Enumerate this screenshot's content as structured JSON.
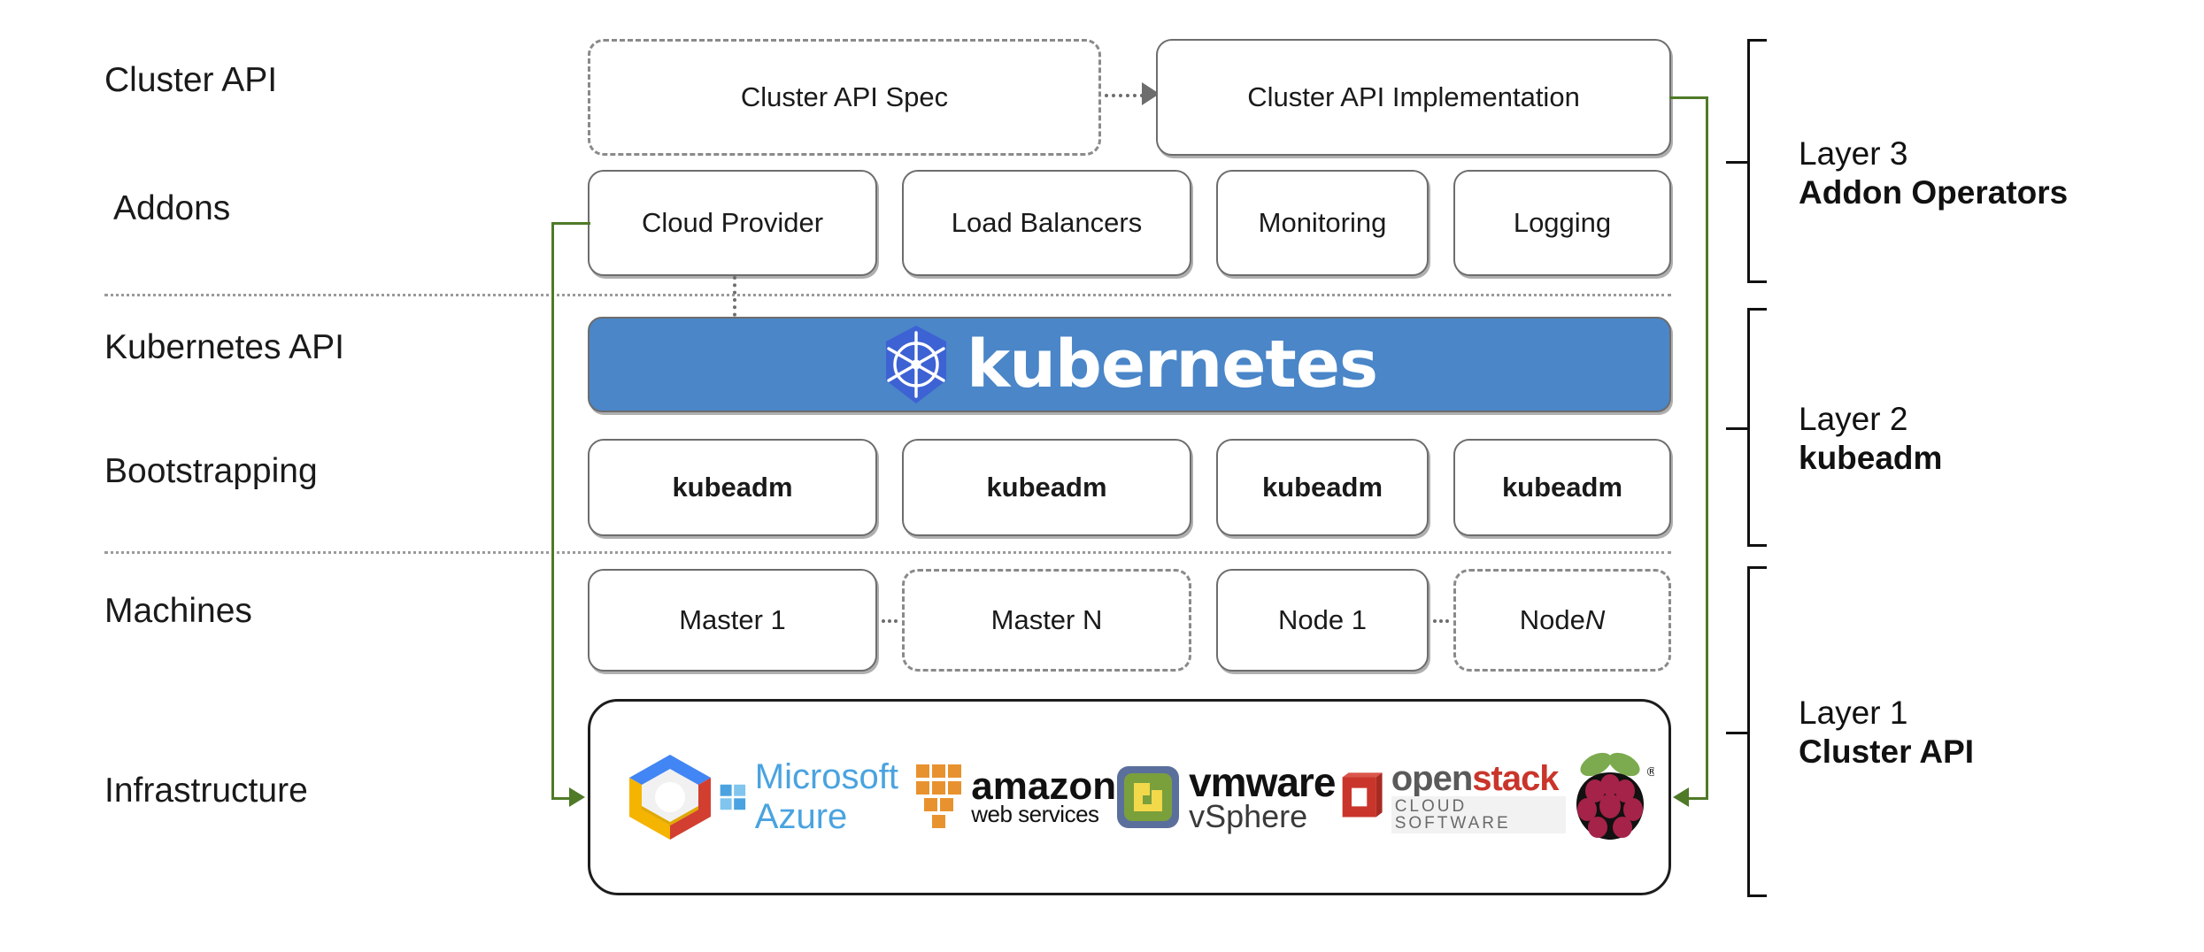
{
  "diagram": {
    "title": "Kubernetes Cluster API layered architecture",
    "accent_green": "#4f7a28",
    "k8s_blue": "#4a86c8"
  },
  "row_labels": [
    {
      "id": "cluster-api",
      "text": "Cluster API"
    },
    {
      "id": "addons",
      "text": "Addons"
    },
    {
      "id": "kubernetes-api",
      "text": "Kubernetes API"
    },
    {
      "id": "bootstrapping",
      "text": "Bootstrapping"
    },
    {
      "id": "machines",
      "text": "Machines"
    },
    {
      "id": "infrastructure",
      "text": "Infrastructure"
    }
  ],
  "cluster_api_row": {
    "spec_box": {
      "label": "Cluster API Spec",
      "style": "dashed"
    },
    "impl_box": {
      "label": "Cluster API Implementation",
      "style": "solid"
    },
    "connector": "dotted-arrow-right"
  },
  "addons_row": [
    {
      "label": "Cloud Provider",
      "style": "solid"
    },
    {
      "label": "Load Balancers",
      "style": "solid"
    },
    {
      "label": "Monitoring",
      "style": "solid"
    },
    {
      "label": "Logging",
      "style": "solid"
    }
  ],
  "kubernetes_banner": {
    "wordmark": "kubernetes",
    "logo_icon": "kubernetes-helm-wheel-icon",
    "background": "#4a86c8"
  },
  "bootstrapping_row": [
    {
      "label": "kubeadm",
      "style": "solid",
      "bold": true
    },
    {
      "label": "kubeadm",
      "style": "solid",
      "bold": true
    },
    {
      "label": "kubeadm",
      "style": "solid",
      "bold": true
    },
    {
      "label": "kubeadm",
      "style": "solid",
      "bold": true
    }
  ],
  "machines_row": [
    {
      "label": "Master 1",
      "style": "solid",
      "italic_suffix": ""
    },
    {
      "label": "Master N",
      "style": "dashed",
      "italic_suffix": ""
    },
    {
      "label": "Node 1",
      "style": "solid",
      "italic_suffix": ""
    },
    {
      "label": "Node ",
      "style": "dashed",
      "italic_suffix": "N"
    }
  ],
  "infrastructure_row": {
    "providers": [
      {
        "name": "Google Cloud Platform",
        "icon": "google-cloud-hexagon-icon",
        "text": ""
      },
      {
        "name": "Microsoft Azure",
        "icon": "microsoft-azure-icon",
        "text": "Microsoft Azure"
      },
      {
        "name": "Amazon Web Services",
        "icon": "aws-cubes-icon",
        "text_top": "amazon",
        "text_bottom": "web services"
      },
      {
        "name": "VMware vSphere",
        "icon": "vmware-vsphere-icon",
        "text_top": "vmware",
        "text_bottom": "vSphere"
      },
      {
        "name": "OpenStack Cloud Software",
        "icon": "openstack-icon",
        "text_top": "openstack",
        "text_bottom": "CLOUD SOFTWARE"
      },
      {
        "name": "Raspberry Pi",
        "icon": "raspberry-pi-icon",
        "text": ""
      }
    ]
  },
  "layers": [
    {
      "number": "Layer 3",
      "name": "Addon Operators"
    },
    {
      "number": "Layer 2",
      "name": "kubeadm"
    },
    {
      "number": "Layer 1",
      "name": "Cluster API"
    }
  ]
}
